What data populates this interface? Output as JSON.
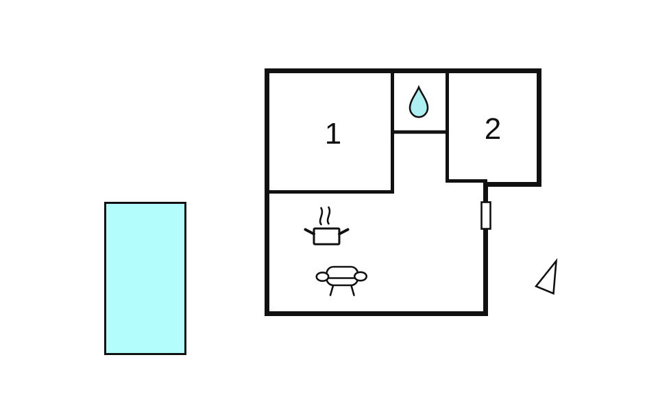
{
  "floorplan": {
    "type": "apartment-floor-plan",
    "rooms": [
      {
        "id": "room-1",
        "label": "1"
      },
      {
        "id": "room-2",
        "label": "2"
      }
    ],
    "icons": [
      {
        "name": "water-drop-icon",
        "meaning": "bathroom"
      },
      {
        "name": "cooking-pot-icon",
        "meaning": "kitchen"
      },
      {
        "name": "sofa-icon",
        "meaning": "living-room"
      },
      {
        "name": "window-marker",
        "meaning": "window-on-east-wall"
      },
      {
        "name": "north-arrow-icon",
        "meaning": "orientation-arrow"
      },
      {
        "name": "swimming-pool",
        "meaning": "pool"
      }
    ],
    "colors": {
      "wall": "#111111",
      "water": "#b3fdfd",
      "drop": "#aeeff2",
      "background": "#ffffff"
    }
  }
}
